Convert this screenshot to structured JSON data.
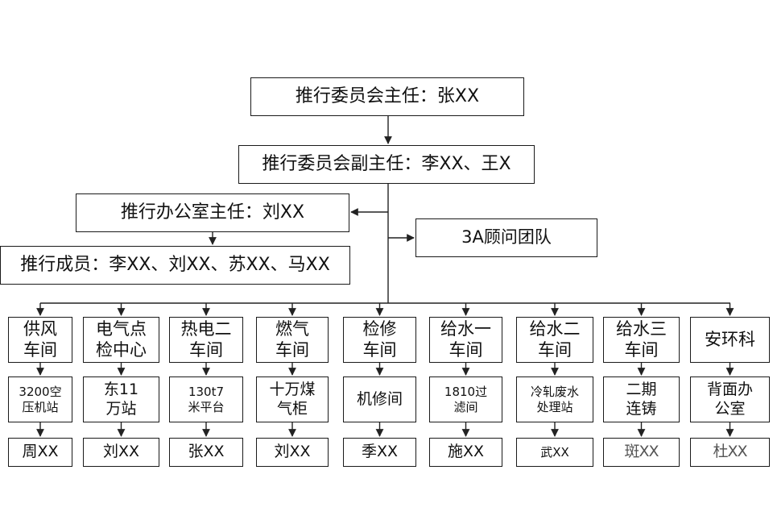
{
  "director": "推行委员会主任：张XX",
  "vice_director": "推行委员会副主任：李XX、王X",
  "office_head": "推行办公室主任：刘XX",
  "members": "推行成员：李XX、刘XX、苏XX、马XX",
  "consultant": "3A顾问团队",
  "units": [
    {
      "dept": "供风\n车间",
      "site": "3200空\n压机站",
      "person": "周XX"
    },
    {
      "dept": "电气点\n检中心",
      "site": "东11\n万站",
      "person": "刘XX"
    },
    {
      "dept": "热电二\n车间",
      "site": "130t7\n米平台",
      "person": "张XX"
    },
    {
      "dept": "燃气\n车间",
      "site": "十万煤\n气柜",
      "person": "刘XX"
    },
    {
      "dept": "检修\n车间",
      "site": "机修间",
      "person": "季XX"
    },
    {
      "dept": "给水一\n车间",
      "site": "1810过\n滤间",
      "person": "施XX"
    },
    {
      "dept": "给水二\n车间",
      "site": "冷轧废水\n处理站",
      "person": "武XX"
    },
    {
      "dept": "给水三\n车间",
      "site": "二期\n连铸",
      "person": "斑XX"
    },
    {
      "dept": "安环科",
      "site": "背面办\n公室",
      "person": "杜XX"
    }
  ]
}
